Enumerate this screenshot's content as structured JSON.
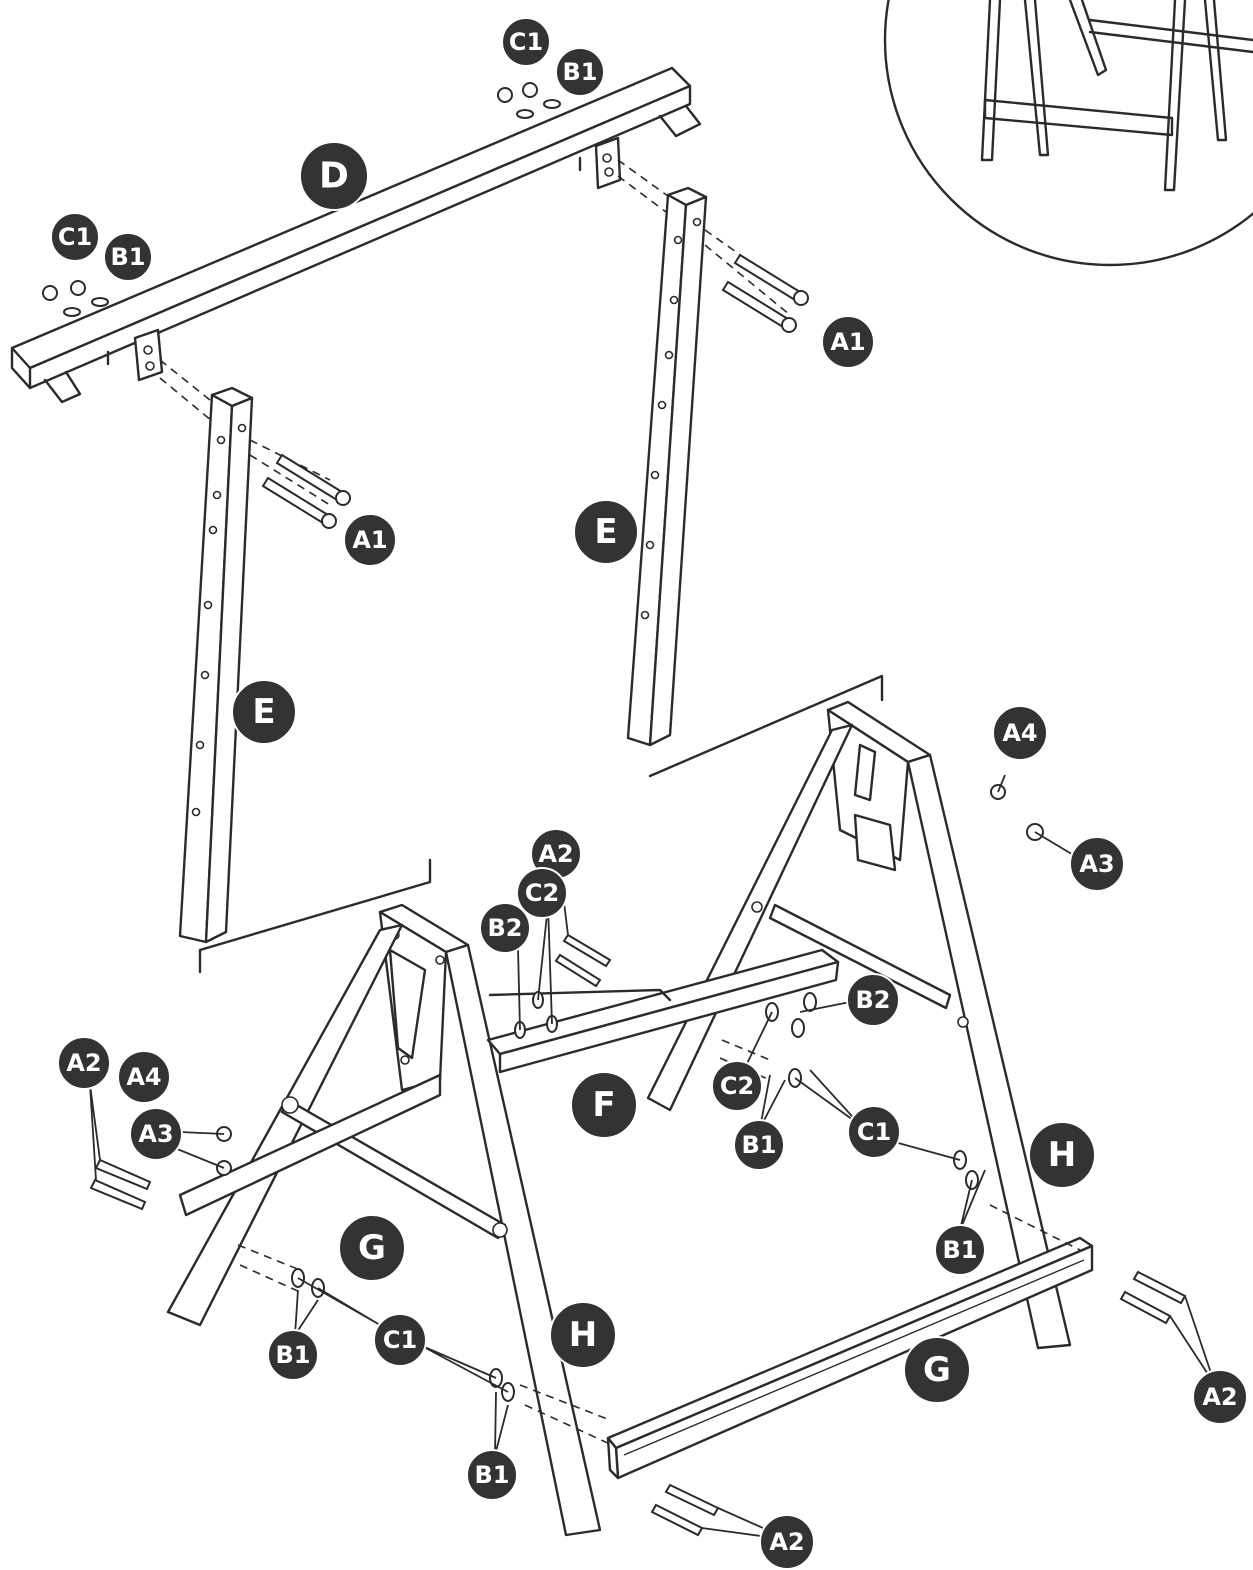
{
  "diagram": {
    "inset_view": "assembled-sawhorse-detail",
    "labels": {
      "D": "D",
      "E": "E",
      "F": "F",
      "G": "G",
      "H": "H",
      "A1": "A1",
      "A2": "A2",
      "A3": "A3",
      "A4": "A4",
      "B1": "B1",
      "B2": "B2",
      "C1": "C1",
      "C2": "C2"
    }
  }
}
